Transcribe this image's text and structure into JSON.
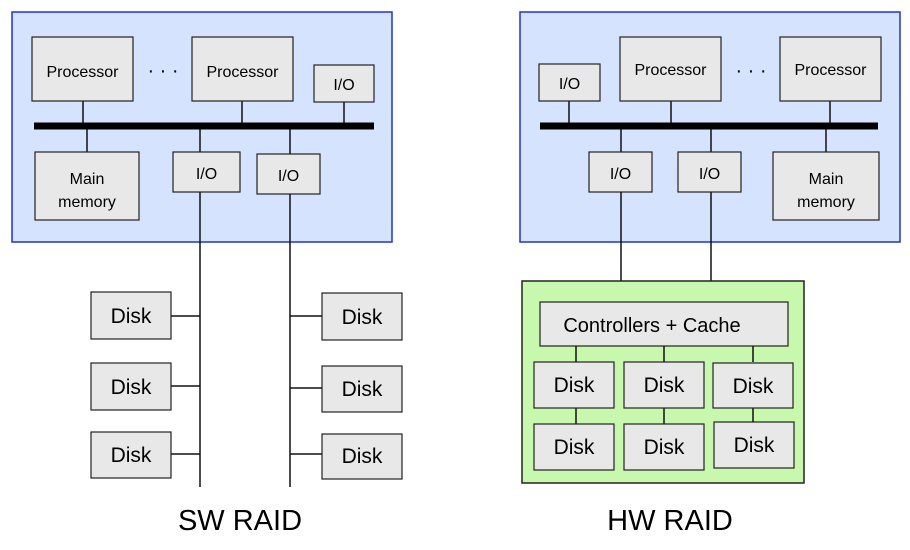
{
  "sw": {
    "processor_left": "Processor",
    "ellipsis": "· · ·",
    "processor_right": "Processor",
    "io_top": "I/O",
    "main_memory_line1": "Main",
    "main_memory_line2": "memory",
    "io_left": "I/O",
    "io_right": "I/O",
    "disks_left": [
      "Disk",
      "Disk",
      "Disk"
    ],
    "disks_right": [
      "Disk",
      "Disk",
      "Disk"
    ],
    "caption": "SW RAID"
  },
  "hw": {
    "io_top": "I/O",
    "processor_left": "Processor",
    "ellipsis": "· · ·",
    "processor_right": "Processor",
    "io_left": "I/O",
    "io_right": "I/O",
    "main_memory_line1": "Main",
    "main_memory_line2": "memory",
    "controller": "Controllers + Cache",
    "disks_row1": [
      "Disk",
      "Disk",
      "Disk"
    ],
    "disks_row2": [
      "Disk",
      "Disk",
      "Disk"
    ],
    "caption": "HW RAID"
  },
  "colors": {
    "system_fill": "#d6e3ff",
    "system_border": "#2233cc",
    "controller_fill": "#c8f7ae",
    "box_fill": "#e8e8e8"
  }
}
